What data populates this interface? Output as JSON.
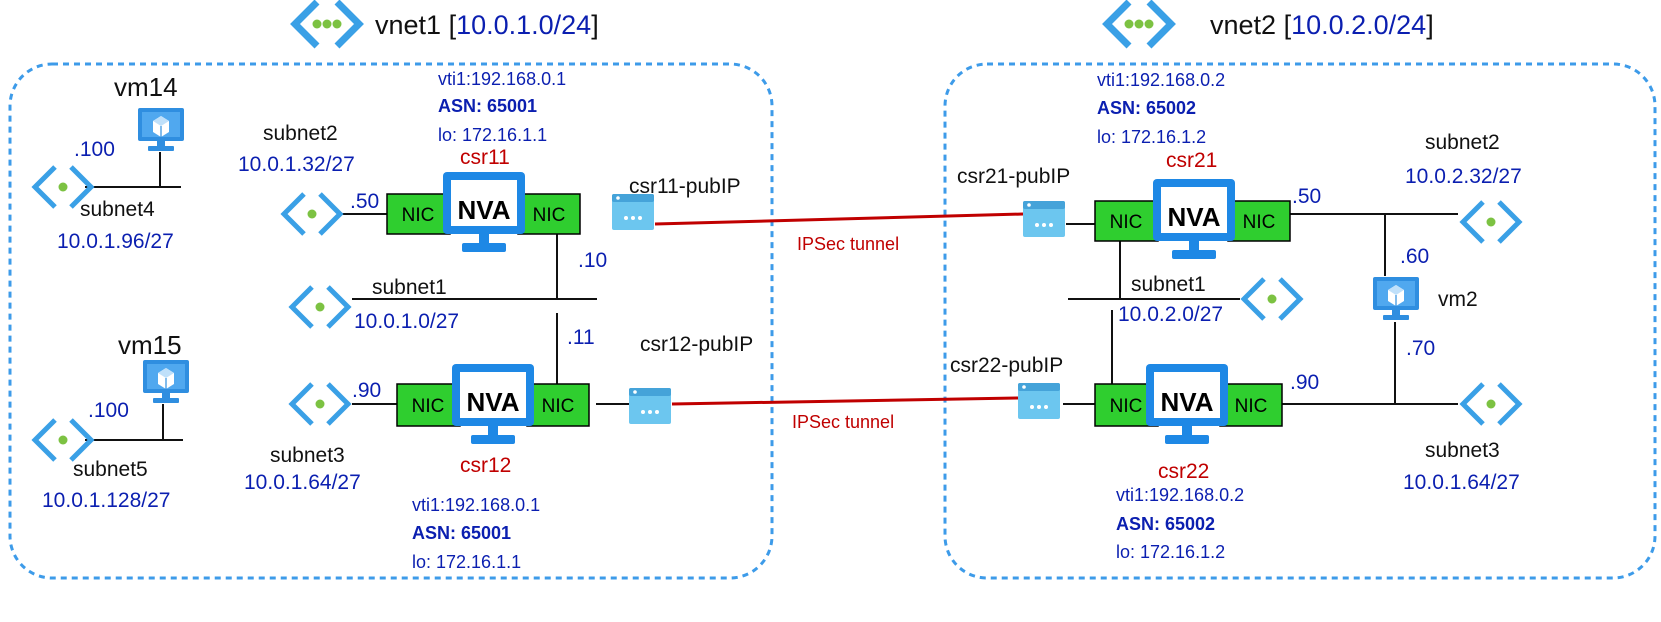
{
  "vnets": [
    {
      "name": "vnet1",
      "prefix": "10.0.1.0/24"
    },
    {
      "name": "vnet2",
      "prefix": "10.0.2.0/24"
    }
  ],
  "labels": {
    "nic": "NIC",
    "nva": "NVA",
    "tunnel": "IPSec tunnel"
  },
  "routers": {
    "csr11": {
      "name": "csr11",
      "vti": "vti1:192.168.0.1",
      "asn": "ASN: 65001",
      "lo": "lo: 172.16.1.1",
      "pubip": "csr11-pubIP",
      "ext_ip": ".50",
      "int_ip": ".10"
    },
    "csr12": {
      "name": "csr12",
      "vti": "vti1:192.168.0.1",
      "asn": "ASN: 65001",
      "lo": "lo: 172.16.1.1",
      "pubip": "csr12-pubIP",
      "ext_ip": ".90",
      "int_ip": ".11"
    },
    "csr21": {
      "name": "csr21",
      "vti": "vti1:192.168.0.2",
      "asn": "ASN: 65002",
      "lo": "lo: 172.16.1.2",
      "pubip": "csr21-pubIP",
      "ext_ip": ".50"
    },
    "csr22": {
      "name": "csr22",
      "vti": "vti1:192.168.0.2",
      "asn": "ASN: 65002",
      "lo": "lo: 172.16.1.2",
      "pubip": "csr22-pubIP",
      "ext_ip": ".90"
    }
  },
  "subnets": {
    "v1_subnet1": {
      "name": "subnet1",
      "prefix": "10.0.1.0/27"
    },
    "v1_subnet2": {
      "name": "subnet2",
      "prefix": "10.0.1.32/27"
    },
    "v1_subnet3": {
      "name": "subnet3",
      "prefix": "10.0.1.64/27"
    },
    "v1_subnet4": {
      "name": "subnet4",
      "prefix": "10.0.1.96/27"
    },
    "v1_subnet5": {
      "name": "subnet5",
      "prefix": "10.0.1.128/27"
    },
    "v2_subnet1": {
      "name": "subnet1",
      "prefix": "10.0.2.0/27"
    },
    "v2_subnet2": {
      "name": "subnet2",
      "prefix": "10.0.2.32/27"
    },
    "v2_subnet3": {
      "name": "subnet3",
      "prefix": "10.0.1.64/27"
    }
  },
  "vms": {
    "vm14": {
      "name": "vm14",
      "ip": ".100"
    },
    "vm15": {
      "name": "vm15",
      "ip": ".100"
    },
    "vm2": {
      "name": "vm2",
      "ip1": ".60",
      "ip2": ".70"
    }
  },
  "colors": {
    "vnet_border": "#3d9be9",
    "azure_blue": "#1e88e5",
    "nic_green": "#2fce2f",
    "tunnel_red": "#c00000",
    "label_blue": "#0b1fb0"
  }
}
